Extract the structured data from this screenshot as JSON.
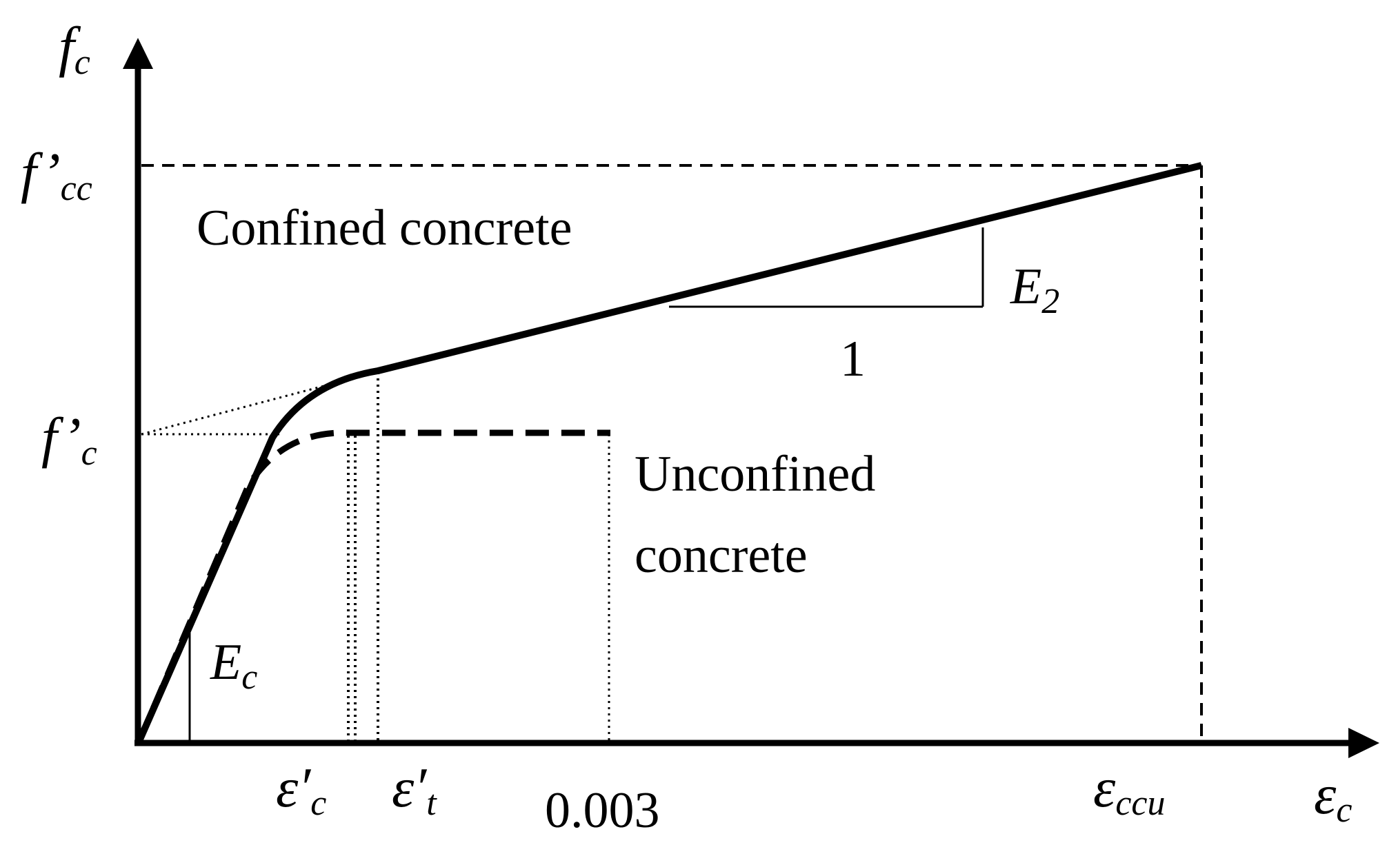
{
  "axes": {
    "y_label": {
      "main": "f",
      "sub": "c"
    },
    "x_label": {
      "main": "ε",
      "sub": "c"
    }
  },
  "y_ticks": {
    "fcc": {
      "main": "f’",
      "sub": "cc"
    },
    "fc": {
      "main": "f’",
      "sub": "c"
    }
  },
  "x_ticks": {
    "eps_c": {
      "main": "ε′",
      "sub": "c"
    },
    "eps_t": {
      "main": "ε′",
      "sub": "t"
    },
    "val_003": "0.003",
    "eps_ccu": {
      "main": "ε",
      "sub": "ccu"
    }
  },
  "annotations": {
    "confined": "Confined concrete",
    "unconfined_line1": "Unconfined",
    "unconfined_line2": "concrete",
    "slope_E2": {
      "main": "E",
      "sub": "2"
    },
    "slope_run": "1",
    "slope_Ec": {
      "main": "E",
      "sub": "c"
    }
  }
}
